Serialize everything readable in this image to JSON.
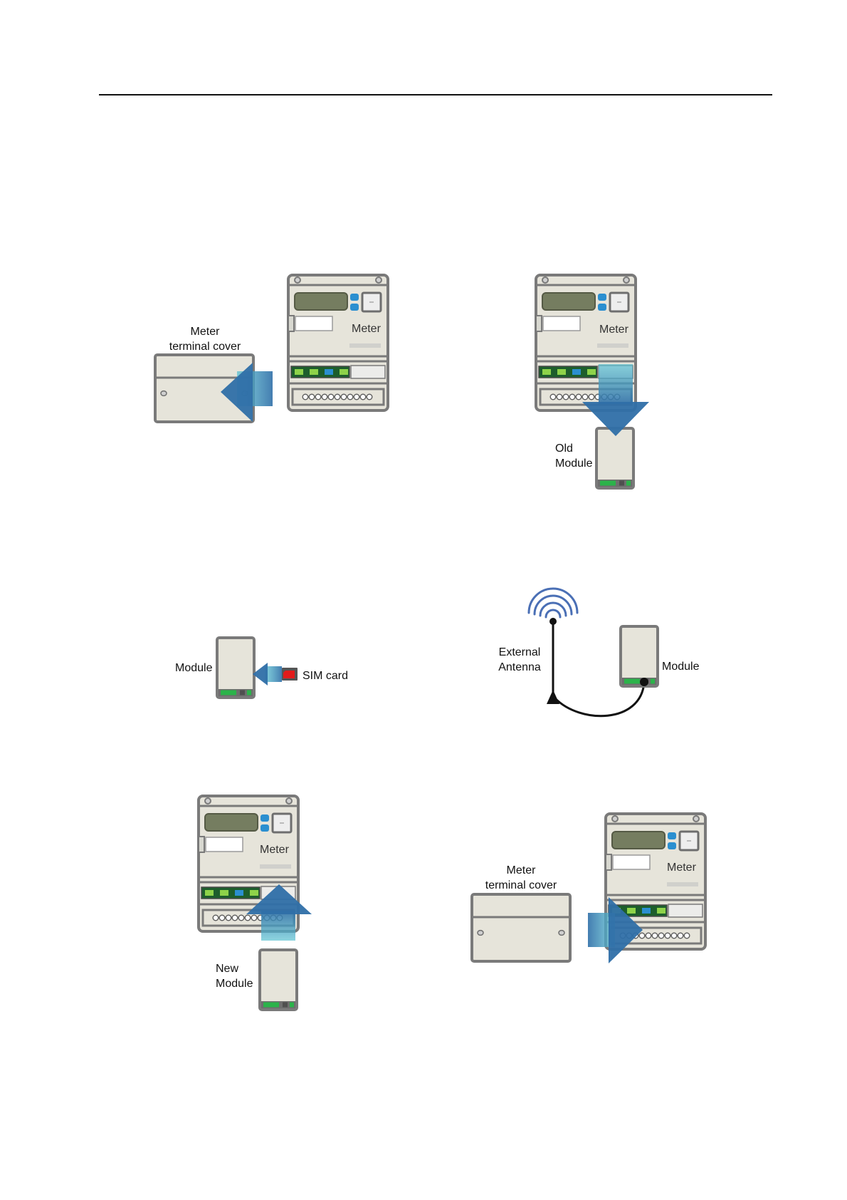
{
  "colors": {
    "accent_blue": "#2f6fa8",
    "arrow_light": "#4fb3c8",
    "device_fill": "#e6e4da",
    "device_stroke": "#7a7a7a",
    "lcd": "#757d60",
    "led_green": "#2bb34a",
    "led_blue": "#2b8fd0",
    "sim_red": "#e21b1b"
  },
  "icons": {
    "meter": "electricity-meter-icon",
    "cover": "terminal-cover-icon",
    "module": "communication-module-icon",
    "sim": "sim-card-icon",
    "antenna": "antenna-signal-icon",
    "arrow": "direction-arrow-icon"
  },
  "step1": {
    "cover_label_line1": "Meter",
    "cover_label_line2": "terminal cover",
    "meter_label": "Meter"
  },
  "step2": {
    "meter_label": "Meter",
    "module_label_line1": "Old",
    "module_label_line2": "Module"
  },
  "step3": {
    "module_label": "Module",
    "sim_label": "SIM card"
  },
  "step4": {
    "antenna_label_line1": "External",
    "antenna_label_line2": "Antenna",
    "module_label": "Module"
  },
  "step5": {
    "meter_label": "Meter",
    "module_label_line1": "New",
    "module_label_line2": "Module"
  },
  "step6": {
    "cover_label_line1": "Meter",
    "cover_label_line2": "terminal cover",
    "meter_label": "Meter"
  }
}
